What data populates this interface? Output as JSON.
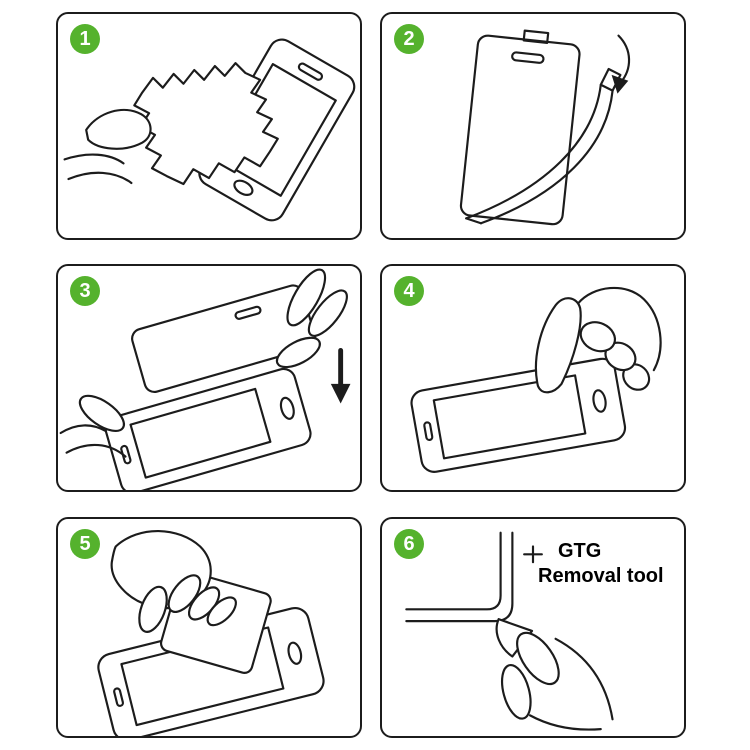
{
  "page": {
    "background": "#ffffff",
    "line_color": "#1c1c1c",
    "accent_green": "#55b22d"
  },
  "steps": [
    {
      "number": "1",
      "illustration": "wipe-screen-with-cloth-icon"
    },
    {
      "number": "2",
      "illustration": "peel-protective-film-icon"
    },
    {
      "number": "3",
      "illustration": "align-glass-over-screen-icon"
    },
    {
      "number": "4",
      "illustration": "press-finger-on-screen-icon"
    },
    {
      "number": "5",
      "illustration": "smooth-with-card-icon"
    },
    {
      "number": "6",
      "illustration": "lift-corner-with-removal-tool-icon"
    }
  ],
  "annotations": {
    "removal_tool_line1": "GTG",
    "removal_tool_line2": "Removal tool"
  }
}
